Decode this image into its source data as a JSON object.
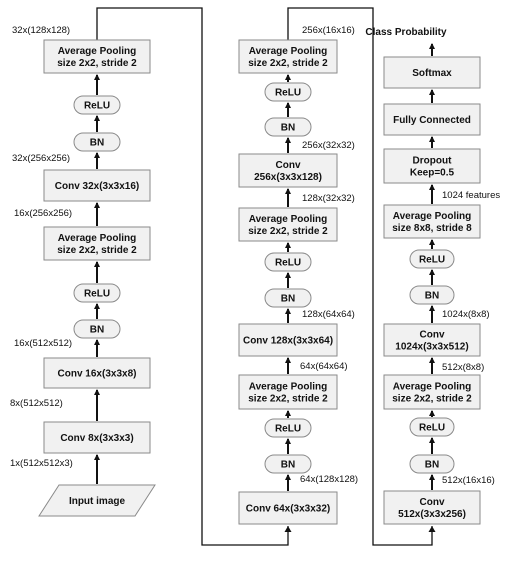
{
  "colors": {
    "box_fill": "#f1f1f1",
    "box_stroke": "#8a8a8a",
    "arrow": "#111111",
    "connector": "#111111"
  },
  "columns": [
    {
      "blocks": [
        {
          "id": "c1b1",
          "kind": "para",
          "lines": [
            "Input image"
          ]
        },
        {
          "id": "c1b2",
          "kind": "rect",
          "lines": [
            "Conv 8x(3x3x3)"
          ]
        },
        {
          "id": "c1b3",
          "kind": "rect",
          "lines": [
            "Conv 16x(3x3x8)"
          ]
        },
        {
          "id": "c1b4",
          "kind": "pill",
          "lines": [
            "BN"
          ]
        },
        {
          "id": "c1b5",
          "kind": "pill",
          "lines": [
            "ReLU"
          ]
        },
        {
          "id": "c1b6",
          "kind": "rect",
          "lines": [
            "Average Pooling",
            "size 2x2, stride 2"
          ]
        },
        {
          "id": "c1b7",
          "kind": "rect",
          "lines": [
            "Conv 32x(3x3x16)"
          ]
        },
        {
          "id": "c1b8",
          "kind": "pill",
          "lines": [
            "BN"
          ]
        },
        {
          "id": "c1b9",
          "kind": "pill",
          "lines": [
            "ReLU"
          ]
        },
        {
          "id": "c1b10",
          "kind": "rect",
          "lines": [
            "Average Pooling",
            "size 2x2, stride 2"
          ]
        }
      ],
      "dims": [
        "1x(512x512x3)",
        "8x(512x512)",
        "16x(512x512)",
        "16x(256x256)",
        "32x(256x256)",
        "32x(128x128)"
      ]
    },
    {
      "blocks": [
        {
          "id": "c2b1",
          "kind": "rect",
          "lines": [
            "Conv 64x(3x3x32)"
          ]
        },
        {
          "id": "c2b2",
          "kind": "pill",
          "lines": [
            "BN"
          ]
        },
        {
          "id": "c2b3",
          "kind": "pill",
          "lines": [
            "ReLU"
          ]
        },
        {
          "id": "c2b4",
          "kind": "rect",
          "lines": [
            "Average Pooling",
            "size 2x2, stride 2"
          ]
        },
        {
          "id": "c2b5",
          "kind": "rect",
          "lines": [
            "Conv 128x(3x3x64)"
          ]
        },
        {
          "id": "c2b6",
          "kind": "pill",
          "lines": [
            "BN"
          ]
        },
        {
          "id": "c2b7",
          "kind": "pill",
          "lines": [
            "ReLU"
          ]
        },
        {
          "id": "c2b8",
          "kind": "rect",
          "lines": [
            "Average Pooling",
            "size 2x2, stride 2"
          ]
        },
        {
          "id": "c2b9",
          "kind": "rect",
          "lines": [
            "Conv",
            "256x(3x3x128)"
          ]
        },
        {
          "id": "c2b10",
          "kind": "pill",
          "lines": [
            "BN"
          ]
        },
        {
          "id": "c2b11",
          "kind": "pill",
          "lines": [
            "ReLU"
          ]
        },
        {
          "id": "c2b12",
          "kind": "rect",
          "lines": [
            "Average Pooling",
            "size 2x2, stride 2"
          ]
        }
      ],
      "dims": [
        "64x(128x128)",
        "64x(64x64)",
        "128x(64x64)",
        "128x(32x32)",
        "256x(32x32)",
        "256x(16x16)"
      ]
    },
    {
      "blocks": [
        {
          "id": "c3b1",
          "kind": "rect",
          "lines": [
            "Conv",
            "512x(3x3x256)"
          ]
        },
        {
          "id": "c3b2",
          "kind": "pill",
          "lines": [
            "BN"
          ]
        },
        {
          "id": "c3b3",
          "kind": "pill",
          "lines": [
            "ReLU"
          ]
        },
        {
          "id": "c3b4",
          "kind": "rect",
          "lines": [
            "Average Pooling",
            "size 2x2, stride 2"
          ]
        },
        {
          "id": "c3b5",
          "kind": "rect",
          "lines": [
            "Conv",
            "1024x(3x3x512)"
          ]
        },
        {
          "id": "c3b6",
          "kind": "pill",
          "lines": [
            "BN"
          ]
        },
        {
          "id": "c3b7",
          "kind": "pill",
          "lines": [
            "ReLU"
          ]
        },
        {
          "id": "c3b8",
          "kind": "rect",
          "lines": [
            "Average Pooling",
            "size 8x8, stride 8"
          ]
        },
        {
          "id": "c3b9",
          "kind": "rect",
          "lines": [
            "Dropout",
            "Keep=0.5"
          ]
        },
        {
          "id": "c3b10",
          "kind": "rect",
          "lines": [
            "Fully Connected"
          ]
        },
        {
          "id": "c3b11",
          "kind": "rect",
          "lines": [
            "Softmax"
          ]
        }
      ],
      "dims": [
        "512x(16x16)",
        "512x(8x8)",
        "1024x(8x8)",
        "1024 features"
      ],
      "output_label": "Class Probability"
    }
  ]
}
